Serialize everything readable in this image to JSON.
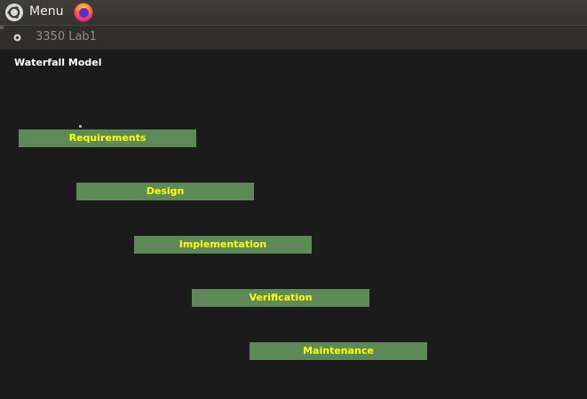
{
  "taskbar": {
    "menu_label": "Menu",
    "menu_icon": "ubuntu-logo-icon",
    "browser_icon": "firefox-icon"
  },
  "window": {
    "title": "3350 Lab1"
  },
  "canvas": {
    "heading": "Waterfall Model",
    "background": "#1b1b1b",
    "stage_color": "#5e8a58",
    "stage_text_color": "#ffff00",
    "stages": [
      {
        "label": "Requirements"
      },
      {
        "label": "Design"
      },
      {
        "label": "Implementation"
      },
      {
        "label": "Verification"
      },
      {
        "label": "Maintenance"
      }
    ]
  }
}
